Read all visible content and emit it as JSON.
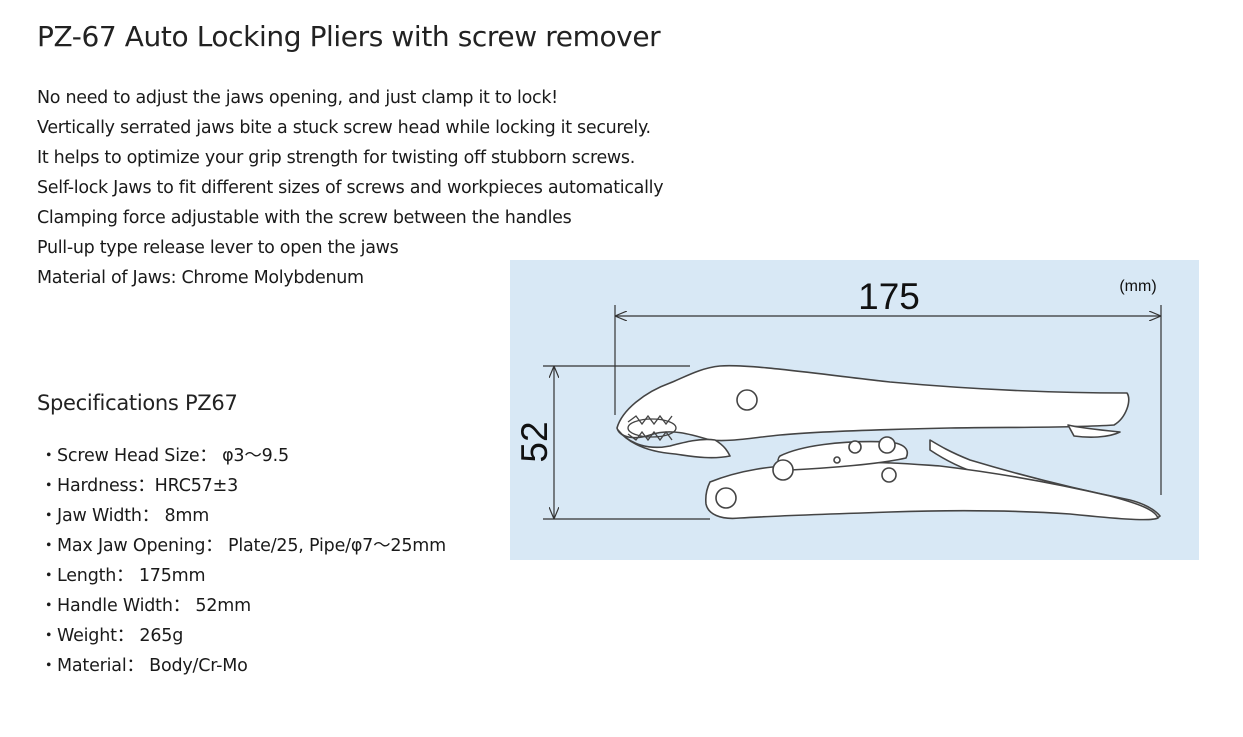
{
  "title": "PZ-67 Auto Locking Pliers with screw remover",
  "features": [
    "No need to adjust the jaws opening, and just clamp it to lock!",
    "Vertically serrated jaws bite a stuck screw head while locking it securely.",
    "It helps to optimize your grip strength for twisting off stubborn screws.",
    "Self-lock Jaws to fit different sizes of screws and workpieces automatically",
    "Clamping force adjustable with the screw between the handles",
    "Pull-up type release lever to open the jaws",
    "Material of Jaws: Chrome Molybdenum"
  ],
  "specifications": {
    "title": "Specifications PZ67",
    "bullet": "・",
    "items": [
      "Screw Head Size： φ3～9.5",
      "Hardness：HRC57±3",
      "Jaw Width： 8mm",
      "Max Jaw Opening： Plate/25, Pipe/φ7～25mm",
      "Length： 175mm",
      "Handle Width： 52mm",
      "Weight： 265g",
      "Material： Body/Cr-Mo"
    ]
  },
  "diagram": {
    "length_label": "175",
    "width_label": "52",
    "unit_label": "(mm)",
    "background_color": "#d8e8f5"
  }
}
